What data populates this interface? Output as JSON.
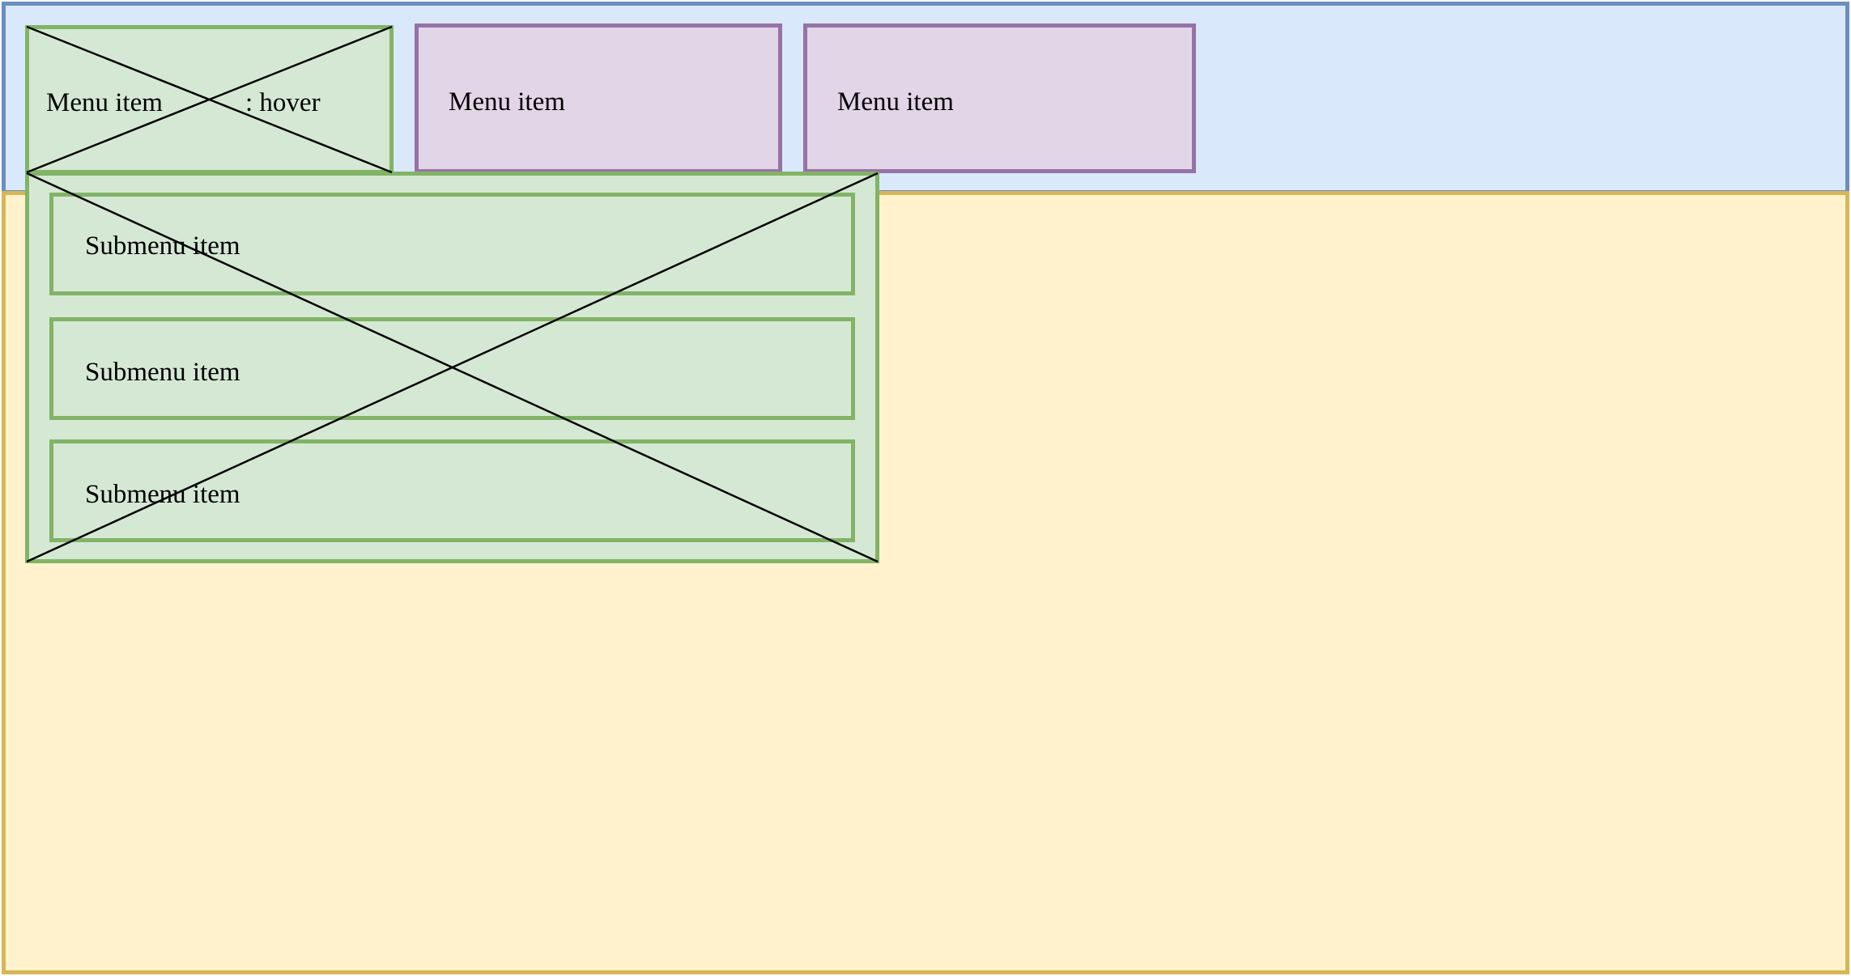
{
  "colors": {
    "header_fill": "#dae8fc",
    "header_stroke": "#6c8ebf",
    "content_fill": "#fff2cc",
    "content_stroke": "#d6b656",
    "hover_fill": "#d5e8d4",
    "hover_stroke": "#82b366",
    "item_fill": "#e1d5e7",
    "item_stroke": "#9673a6",
    "cross_line": "#000000"
  },
  "menu": {
    "hover_item": {
      "label": "Menu item",
      "state": ": hover"
    },
    "items": [
      {
        "label": "Menu item"
      },
      {
        "label": "Menu item"
      }
    ]
  },
  "submenu": {
    "items": [
      {
        "label": "Submenu item"
      },
      {
        "label": "Submenu item"
      },
      {
        "label": "Submenu item"
      }
    ]
  }
}
